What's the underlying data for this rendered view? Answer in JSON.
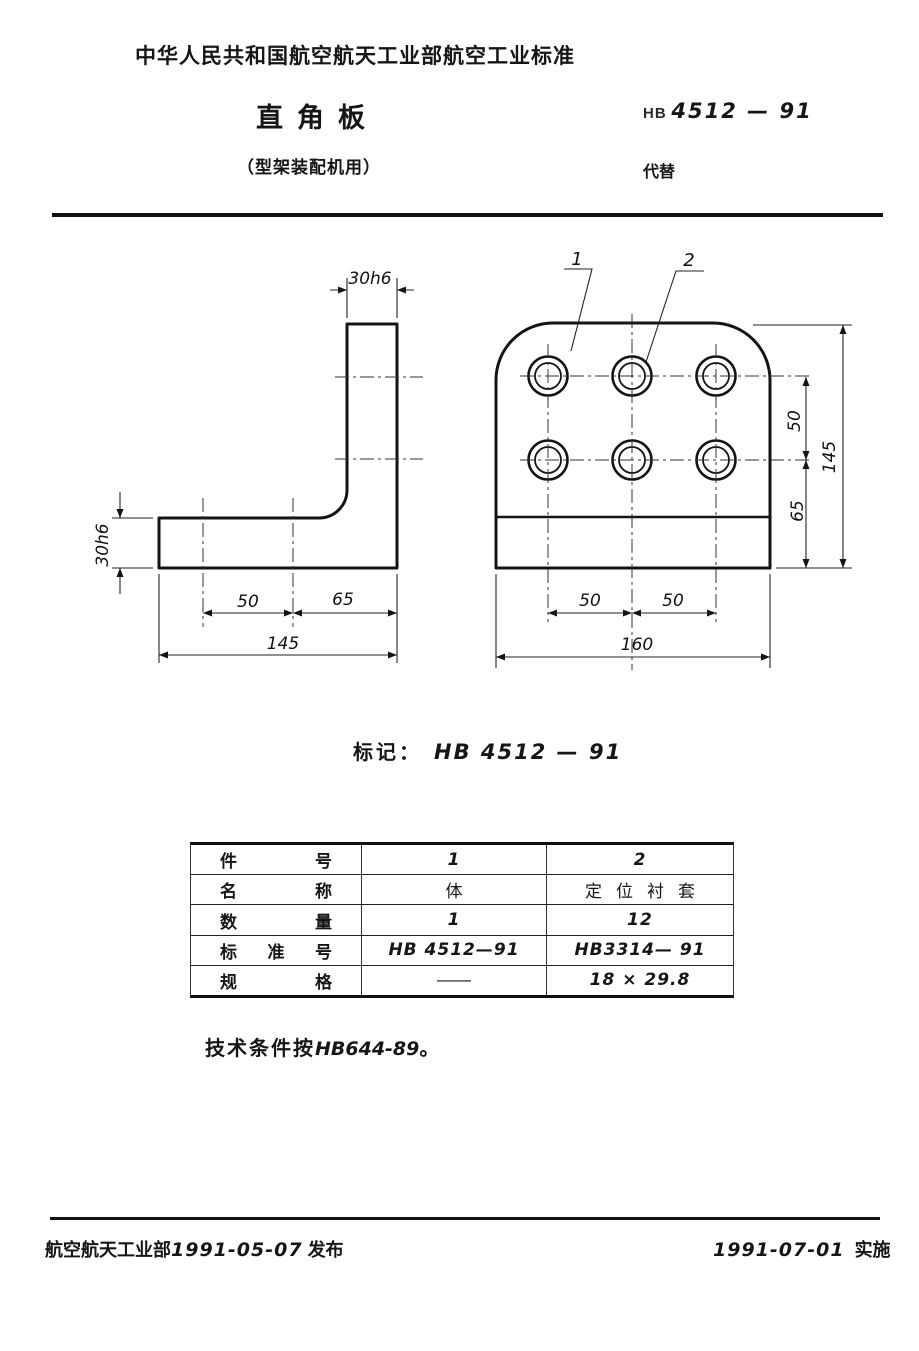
{
  "page": {
    "header": "中华人民共和国航空航天工业部航空工业标准",
    "title": "直角板",
    "subtitle": "（型架装配机用）",
    "standard_prefix": "HB",
    "standard_number": "4512 — 91",
    "replaces_label": "代替"
  },
  "drawing": {
    "left_view": {
      "width_top": "30h6",
      "height_left": "30h6",
      "dim_50": "50",
      "dim_65": "65",
      "dim_145": "145"
    },
    "right_view": {
      "part_1": "1",
      "part_2": "2",
      "dim_v_50": "50",
      "dim_v_65": "65",
      "dim_v_145": "145",
      "dim_h_50_left": "50",
      "dim_h_50_right": "50",
      "dim_h_160": "160"
    }
  },
  "marking": {
    "label": "标记：",
    "value": "HB 4512 — 91"
  },
  "table": {
    "rows": [
      {
        "label": "件号",
        "col1": "1",
        "col2": "2"
      },
      {
        "label": "名称",
        "col1": "体",
        "col2": "定位衬套"
      },
      {
        "label": "数量",
        "col1": "1",
        "col2": "12"
      },
      {
        "label": "标准号",
        "col1": "HB 4512—91",
        "col2": "HB3314— 91"
      },
      {
        "label": "规格",
        "col1": "——",
        "col2": "18 × 29.8"
      }
    ]
  },
  "tech_note": {
    "prefix": "技术条件按",
    "value": "HB644-89",
    "suffix": "。"
  },
  "footer": {
    "issuer": "航空航天工业部",
    "issue_date": "1991-05-07",
    "issue_label": "发布",
    "impl_date": "1991-07-01",
    "impl_label": "实施"
  }
}
